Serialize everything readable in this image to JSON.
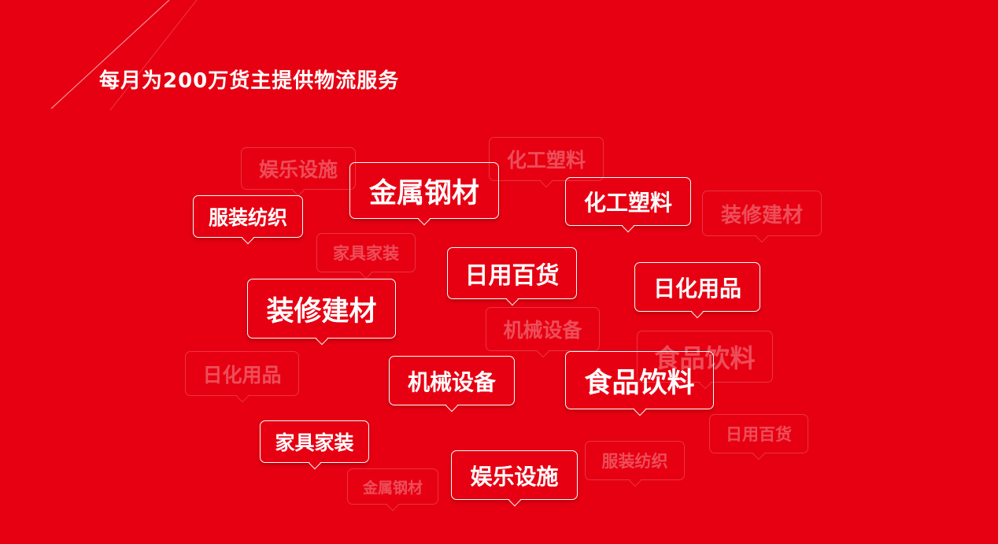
{
  "headline": "每月为200万货主提供物流服务",
  "tags_background": [
    "娱乐设施",
    "化工塑料",
    "装修建材",
    "家具家装",
    "机械设备",
    "食品饮料",
    "日化用品",
    "日用百货",
    "服装纺织",
    "金属钢材"
  ],
  "tags_foreground": [
    "金属钢材",
    "化工塑料",
    "服装纺织",
    "日用百货",
    "日化用品",
    "装修建材",
    "机械设备",
    "食品饮料",
    "家具家装",
    "娱乐设施"
  ],
  "colors": {
    "background": "#e60012",
    "foreground_text": "#ffffff",
    "faded_text": "rgba(255,255,255,0.3)"
  }
}
